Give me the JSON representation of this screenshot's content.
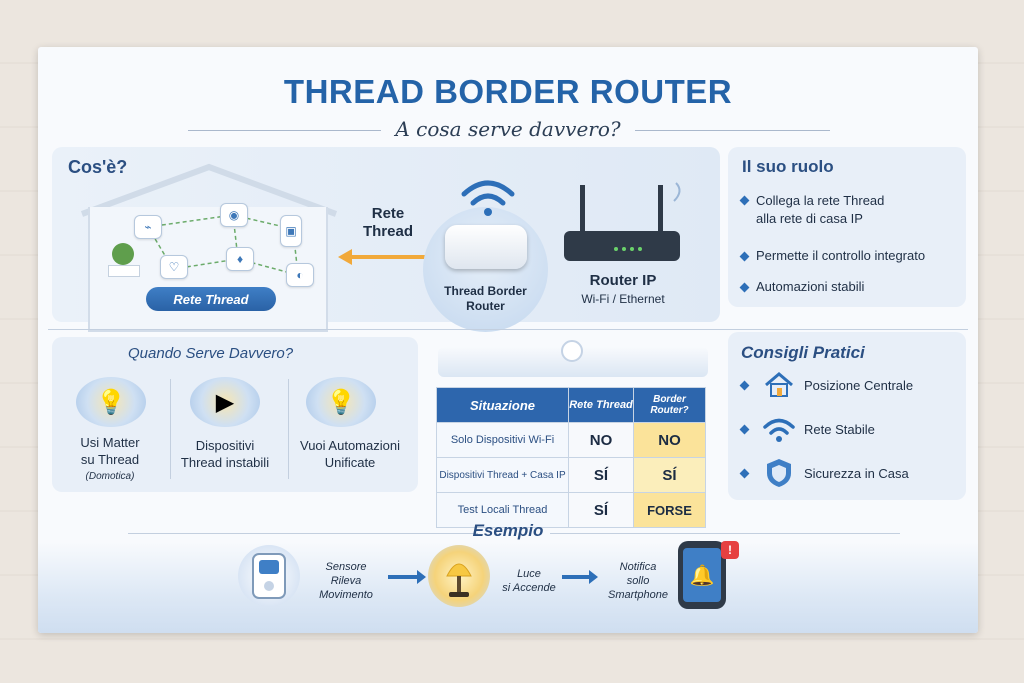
{
  "header": {
    "title": "THREAD BORDER ROUTER",
    "subtitle": "A cosa serve davvero?"
  },
  "cose": {
    "title": "Cos'è?",
    "rete_thread_pill": "Rete Thread",
    "rete_thread_label": "Rete\nThread",
    "border_router_label": "Thread Border\nRouter",
    "router_ip_label": "Router IP",
    "router_ip_sub": "Wi-Fi / Ethernet"
  },
  "ruolo": {
    "title": "Il suo ruolo",
    "items": [
      "Collega la rete Thread\nalla rete di casa IP",
      "Permette il controllo integrato",
      "Automazioni stabili"
    ]
  },
  "quando": {
    "title": "Quando Serve Davvero?",
    "items": [
      {
        "label": "Usi Matter\nsu Thread",
        "sub": "(Domotica)",
        "icon": "bulb-icon"
      },
      {
        "label": "Dispositivi\nThread instabili",
        "sub": "",
        "icon": "device-icon"
      },
      {
        "label": "Vuoi Automazioni\nUnificate",
        "sub": "",
        "icon": "bulb-icon"
      }
    ]
  },
  "table": {
    "headers": [
      "Situazione",
      "Rete Thread",
      "Border\nRouter?"
    ],
    "rows": [
      [
        "Solo Dispositivi Wi-Fi",
        "NO",
        "NO"
      ],
      [
        "Dispositivi Thread + Casa IP",
        "SÍ",
        "SÍ"
      ],
      [
        "Test Locali Thread",
        "SÍ",
        "FORSE"
      ]
    ]
  },
  "consigli": {
    "title": "Consigli Pratici",
    "items": [
      {
        "label": "Posizione Centrale",
        "icon": "house-icon"
      },
      {
        "label": "Rete Stabile",
        "icon": "wifi-icon"
      },
      {
        "label": "Sicurezza in Casa",
        "icon": "shield-icon"
      }
    ]
  },
  "esempio": {
    "title": "Esempio",
    "steps": [
      {
        "label": "Sensore\nRileva\nMovimento",
        "icon": "motion-sensor-icon"
      },
      {
        "label": "Luce\nsi Accende",
        "icon": "lamp-icon"
      },
      {
        "label": "Notifica\nsollo\nSmartphone",
        "icon": "phone-bell-icon"
      }
    ]
  },
  "colors": {
    "primary": "#2463a8",
    "table_header": "#2d66ad",
    "highlight": "#fbe39a",
    "arrow_orange": "#f1a93a"
  }
}
